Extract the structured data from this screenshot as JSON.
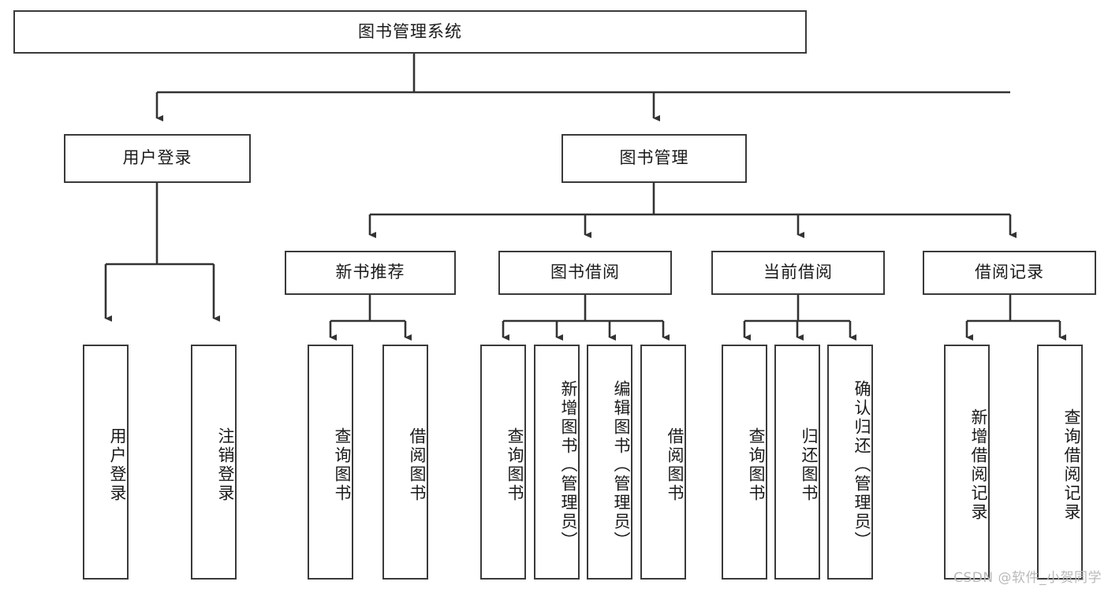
{
  "diagram": {
    "title": "图书管理系统",
    "watermark": "CSDN @软件_小贺同学",
    "colors": {
      "box_border": "#3a3a3a",
      "box_fill": "#ffffff",
      "connector": "#333333",
      "text": "#1a1a1a",
      "watermark": "#b9b9b9"
    },
    "root": {
      "label": "图书管理系统"
    },
    "level2": [
      {
        "label": "用户登录"
      },
      {
        "label": "图书管理"
      }
    ],
    "level3": [
      {
        "label": "新书推荐"
      },
      {
        "label": "图书借阅"
      },
      {
        "label": "当前借阅"
      },
      {
        "label": "借阅记录"
      }
    ],
    "leaves": {
      "user_login": [
        {
          "label": "用户登录"
        },
        {
          "label": "注销登录"
        }
      ],
      "new_books": [
        {
          "label": "查询图书"
        },
        {
          "label": "借阅图书"
        }
      ],
      "book_borrow": [
        {
          "label": "查询图书"
        },
        {
          "label": "新增图书（管理员）"
        },
        {
          "label": "编辑图书（管理员）"
        },
        {
          "label": "借阅图书"
        }
      ],
      "current_borrow": [
        {
          "label": "查询图书"
        },
        {
          "label": "归还图书"
        },
        {
          "label": "确认归还（管理员）"
        }
      ],
      "borrow_records": [
        {
          "label": "新增借阅记录"
        },
        {
          "label": "查询借阅记录"
        }
      ]
    }
  }
}
